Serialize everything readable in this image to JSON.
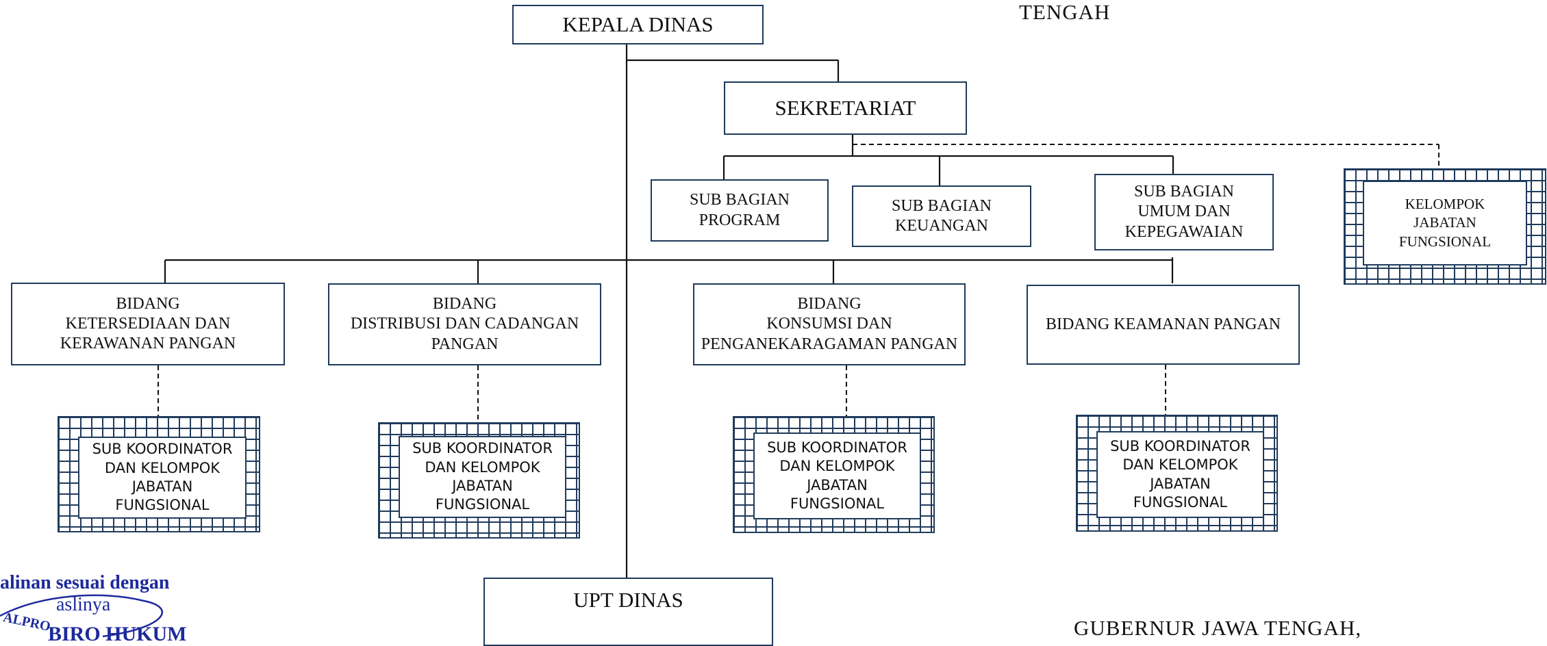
{
  "header_note": "TENGAH",
  "footer_note": "GUBERNUR JAWA TENGAH,",
  "nodes": {
    "kepala": "KEPALA DINAS",
    "sekretariat": "SEKRETARIAT",
    "sub_program": "SUB BAGIAN\nPROGRAM",
    "sub_keuangan": "SUB BAGIAN\nKEUANGAN",
    "sub_umum": "SUB BAGIAN\nUMUM DAN\nKEPEGAWAIAN",
    "kelompok": "KELOMPOK\nJABATAN\nFUNGSIONAL",
    "bidang1": "BIDANG\nKETERSEDIAAN DAN\nKERAWANAN PANGAN",
    "bidang2": "BIDANG\nDISTRIBUSI DAN CADANGAN\nPANGAN",
    "bidang3": "BIDANG\nKONSUMSI DAN\nPENGANEKARAGAMAN PANGAN",
    "bidang4": "BIDANG KEAMANAN PANGAN",
    "subkoor1": "SUB KOORDINATOR\nDAN KELOMPOK\nJABATAN\nFUNGSIONAL",
    "subkoor2": "SUB KOORDINATOR\nDAN KELOMPOK\nJABATAN\nFUNGSIONAL",
    "subkoor3": "SUB KOORDINATOR\nDAN KELOMPOK\nJABATAN\nFUNGSIONAL",
    "subkoor4": "SUB KOORDINATOR\nDAN KELOMPOK\nJABATAN\nFUNGSIONAL",
    "upt": "UPT DINAS"
  },
  "stamp": {
    "line1": "alinan sesuai dengan",
    "line2": "aslinya",
    "line3": "ALPRO",
    "line4": "BIRO HUKUM"
  }
}
